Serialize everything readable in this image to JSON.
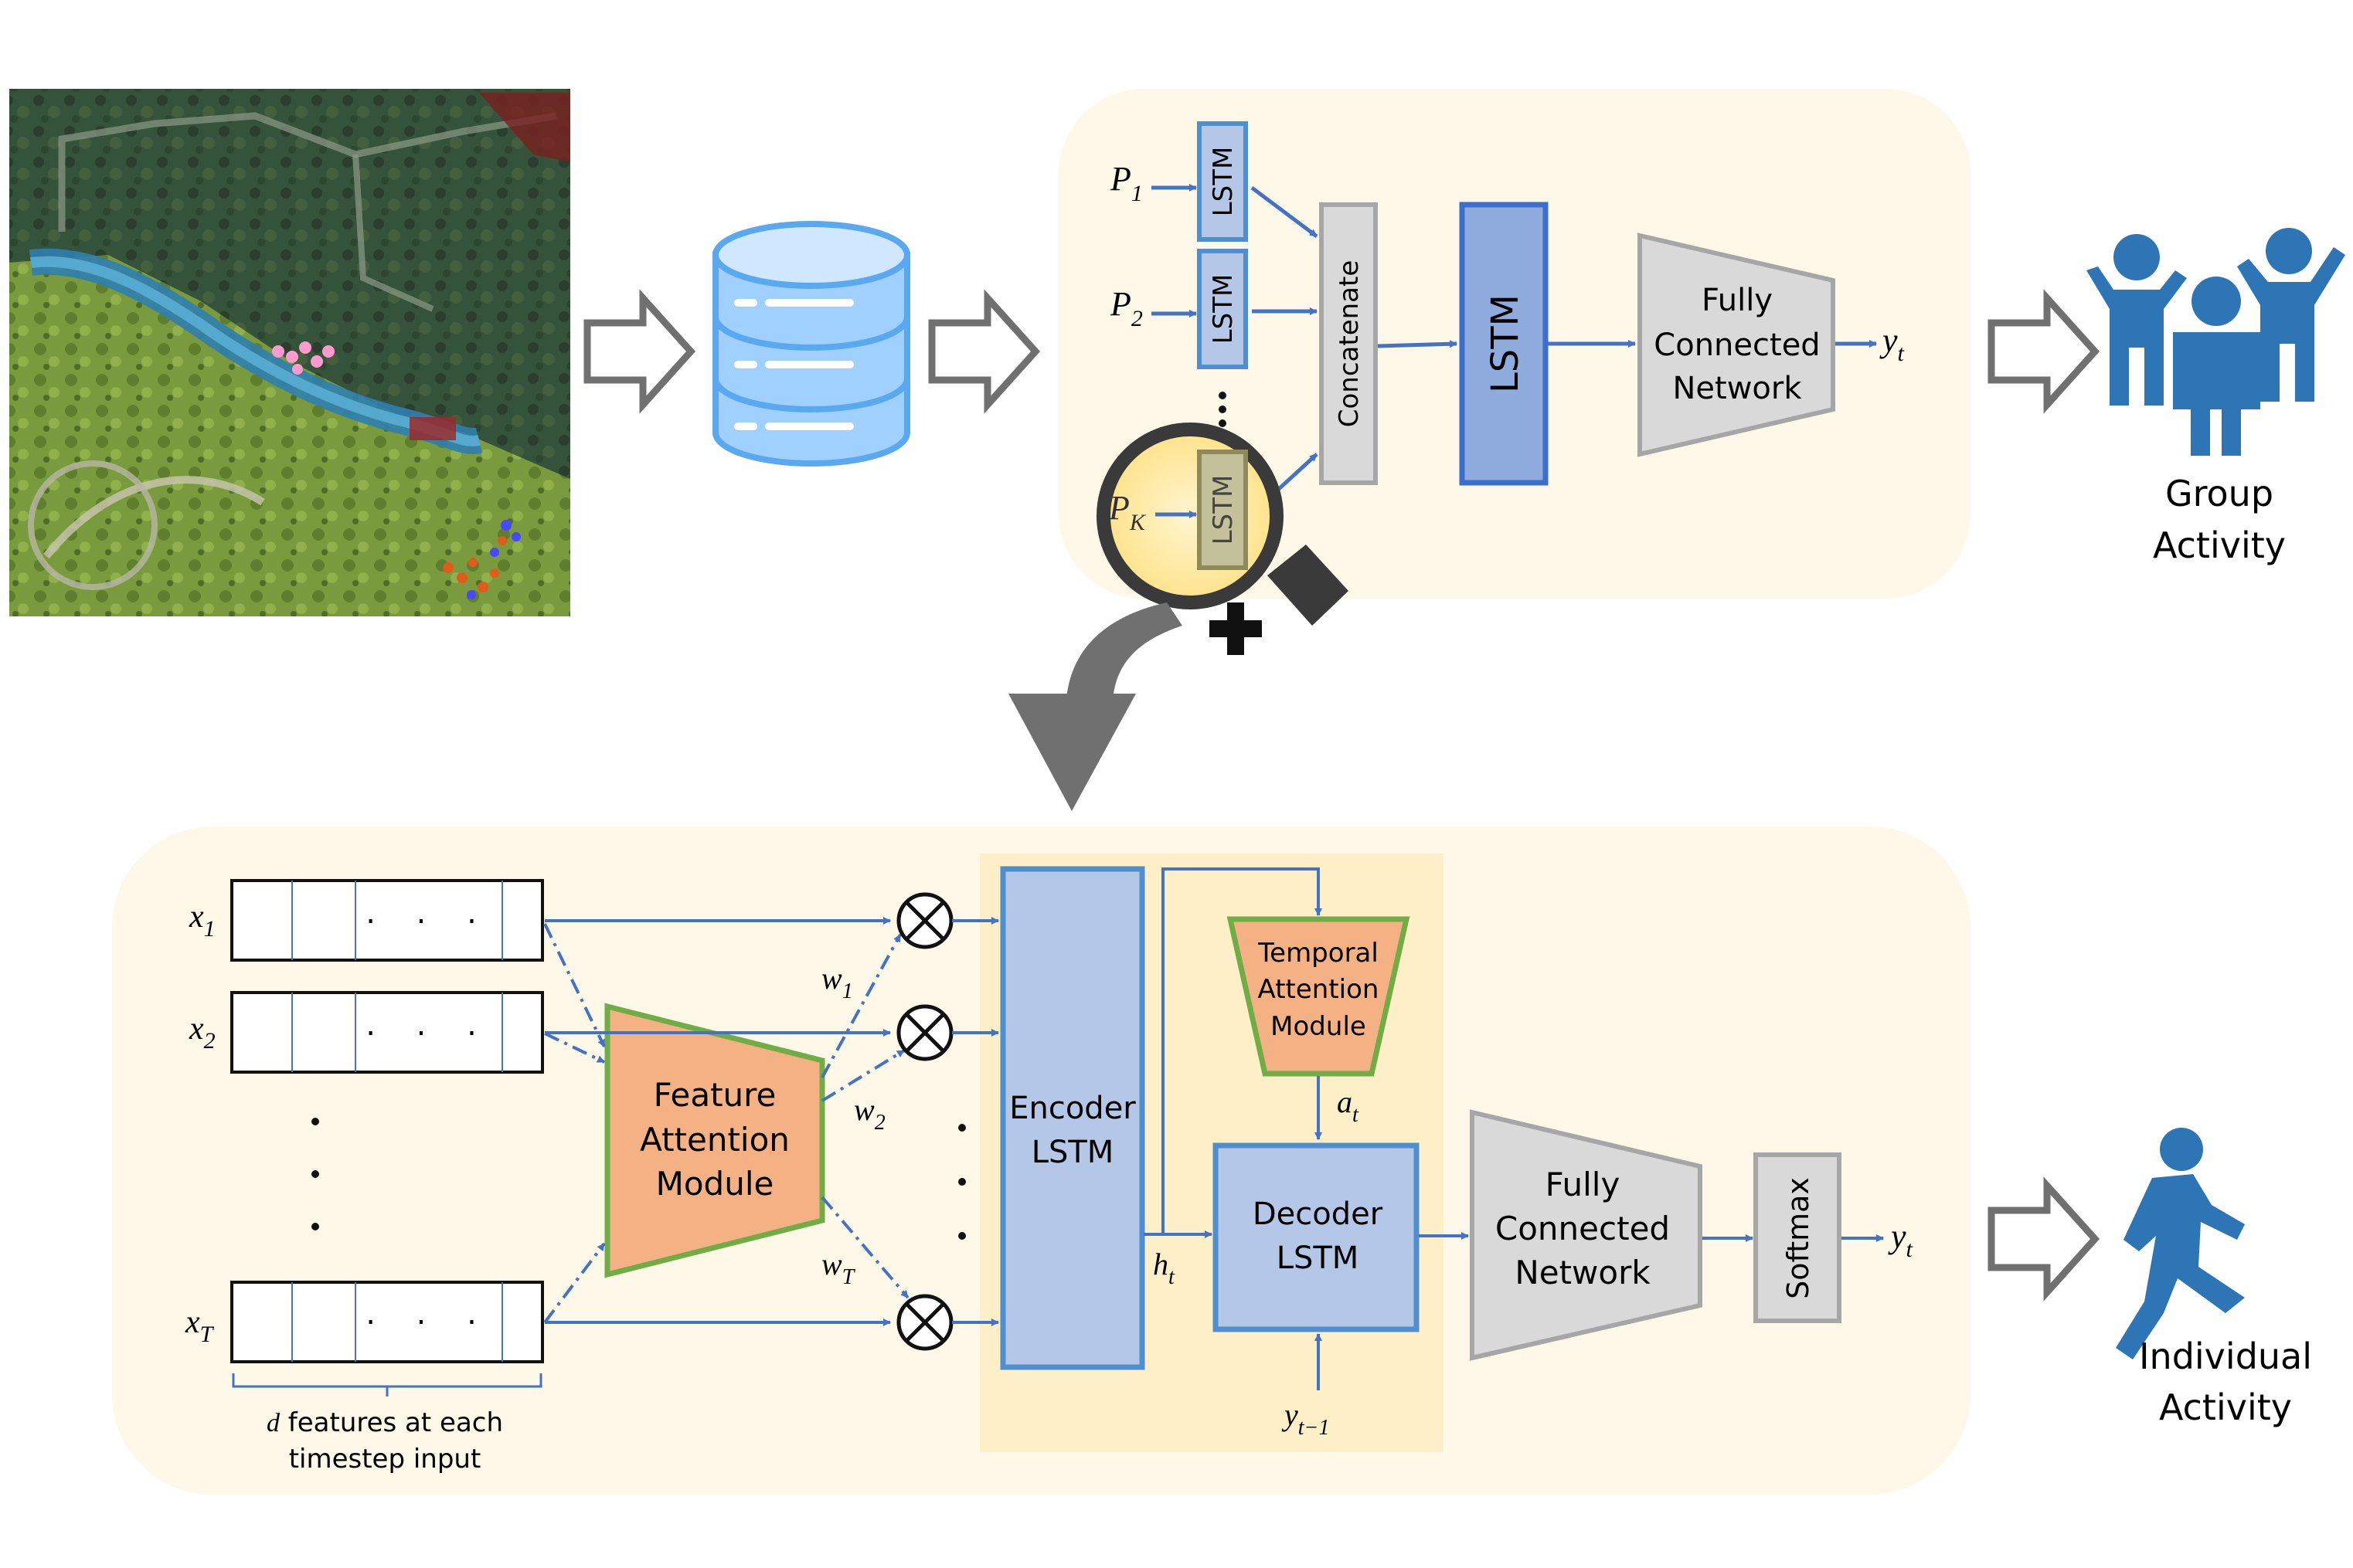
{
  "top": {
    "inputs": [
      {
        "base": "P",
        "sub": "1"
      },
      {
        "base": "P",
        "sub": "2"
      },
      {
        "base": "P",
        "sub": "K"
      }
    ],
    "lstm_small_label": "LSTM",
    "concatenate_label": "Concatenate",
    "lstm_big_label": "LSTM",
    "fc_lines": [
      "Fully",
      "Connected",
      "Network"
    ],
    "output": {
      "base": "y",
      "sub": "t"
    },
    "result_lines": [
      "Group",
      "Activity"
    ]
  },
  "bottom": {
    "inputs": [
      {
        "base": "x",
        "sub": "1"
      },
      {
        "base": "x",
        "sub": "2"
      },
      {
        "base": "x",
        "sub": "T"
      }
    ],
    "weights": [
      {
        "base": "w",
        "sub": "1"
      },
      {
        "base": "w",
        "sub": "2"
      },
      {
        "base": "w",
        "sub": "T"
      }
    ],
    "row_dots": ". . .",
    "brace_lines": [
      "d features at each",
      "timestep input"
    ],
    "brace_var": "d",
    "brace_rest": " features at each",
    "brace_line2": "timestep input",
    "feature_attention_lines": [
      "Feature",
      "Attention",
      "Module"
    ],
    "encoder_lines": [
      "Encoder",
      "LSTM"
    ],
    "temporal_attention_lines": [
      "Temporal",
      "Attention",
      "Module"
    ],
    "decoder_lines": [
      "Decoder",
      "LSTM"
    ],
    "h_label": {
      "base": "h",
      "sub": "t"
    },
    "a_label": {
      "base": "a",
      "sub": "t"
    },
    "y_prev_label": {
      "base": "y",
      "sub": "t−1"
    },
    "fc_lines": [
      "Fully",
      "Connected",
      "Network"
    ],
    "softmax_label": "Softmax",
    "output": {
      "base": "y",
      "sub": "t"
    },
    "result_lines": [
      "Individual",
      "Activity"
    ]
  },
  "colors": {
    "panel_bg": "#fef8e8",
    "lstm_fill": "#b4c7e7",
    "lstm_stroke": "#4f8fd0",
    "big_lstm_fill": "#8faadc",
    "big_lstm_stroke": "#3c6fcc",
    "gray_fill": "#d9d9d9",
    "gray_stroke": "#a6a6a6",
    "attention_fill": "#f4b183",
    "attention_stroke": "#70ad47",
    "arrow_blue": "#4472c4",
    "person_blue": "#2e75b6",
    "db_fill": "#9fd0ff",
    "db_stroke": "#5aa9f0",
    "big_arrow_gray": "#707070"
  }
}
